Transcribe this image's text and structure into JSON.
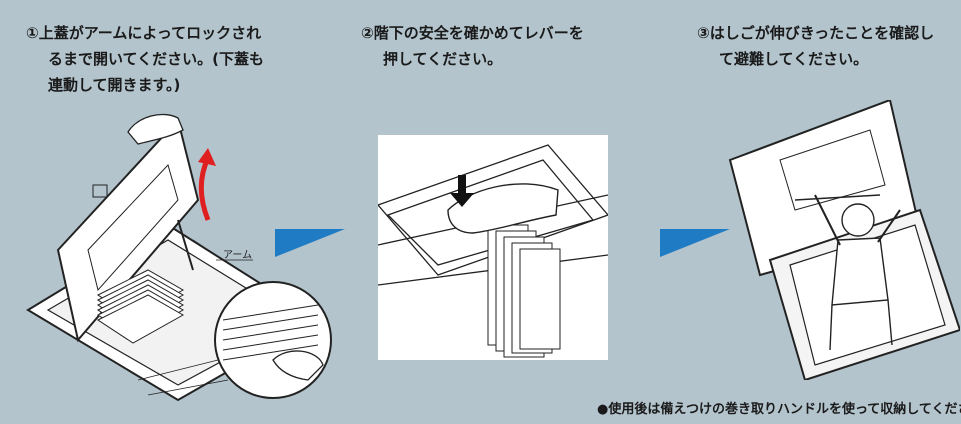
{
  "steps": [
    {
      "lines": [
        "①上蓋がアームによってロックされ",
        "るまで開いてください。(下蓋も",
        "連動して開きます。)"
      ],
      "illustration": {
        "callout_label": "アーム"
      }
    },
    {
      "lines": [
        "②階下の安全を確かめてレバーを",
        "押してください。"
      ]
    },
    {
      "lines": [
        "③はしごが伸びきったことを確認し",
        "て避難してください。"
      ]
    }
  ],
  "footnote": "●使用後は備えつけの巻き取りハンドルを使って収納してください。",
  "colors": {
    "background": "#b3c4cd",
    "arrow_blue": "#1f7bc4",
    "lift_arrow_red": "#e02020"
  },
  "icons": [
    "next-step-arrow-icon",
    "lift-direction-arrow-icon",
    "push-down-arrow-icon"
  ]
}
